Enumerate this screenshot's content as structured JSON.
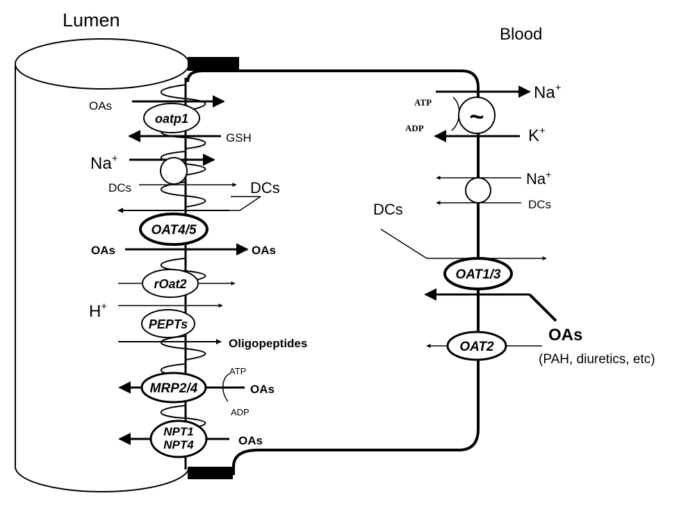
{
  "regions": {
    "lumen": "Lumen",
    "blood": "Blood"
  },
  "apical": {
    "oatp1": {
      "name": "oatp1",
      "in_label": "OAs",
      "out_label": "GSH"
    },
    "na_dc": {
      "na_label": "Na",
      "na_sup": "+",
      "dc_in_label": "DCs",
      "dc_out_label": "DCs"
    },
    "oat45": {
      "name": "OAT4/5",
      "left_label": "OAs",
      "right_label": "OAs"
    },
    "roat2": {
      "name": "rOat2"
    },
    "pepts": {
      "name": "PEPTs",
      "h_label": "H",
      "h_sup": "+",
      "out_label": "Oligopeptides"
    },
    "mrp24": {
      "name": "MRP2/4",
      "atp": "ATP",
      "adp": "ADP",
      "out_label": "OAs"
    },
    "npt": {
      "name_line1": "NPT1",
      "name_line2": "NPT4",
      "out_label": "OAs"
    }
  },
  "basolateral": {
    "pump": {
      "symbol": "~",
      "atp": "ATP",
      "adp": "ADP",
      "na_label": "Na",
      "na_sup": "+",
      "k_label": "K",
      "k_sup": "+"
    },
    "na_dc": {
      "na_label": "Na",
      "na_sup": "+",
      "dc_label": "DCs",
      "dc_in_label": "DCs"
    },
    "oat13": {
      "name": "OAT1/3"
    },
    "oat2": {
      "name": "OAT2"
    },
    "oas": {
      "label": "OAs",
      "sublabel": "(PAH, diuretics, etc)"
    }
  }
}
